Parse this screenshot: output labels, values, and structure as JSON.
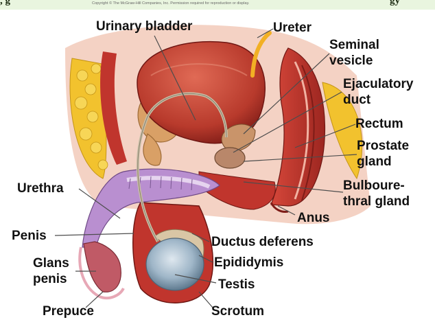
{
  "header": {
    "fragment_left": ", g",
    "fragment_right": "gy",
    "copyright": "Copyright © The McGraw-Hill Companies, Inc. Permission required for reproduction or display."
  },
  "labels": {
    "urinary_bladder": "Urinary bladder",
    "ureter": "Ureter",
    "seminal_vesicle_1": "Seminal",
    "seminal_vesicle_2": "vesicle",
    "ejaculatory_duct_1": "Ejaculatory",
    "ejaculatory_duct_2": "duct",
    "rectum": "Rectum",
    "prostate_gland_1": "Prostate",
    "prostate_gland_2": "gland",
    "bulbourethral_gland_1": "Bulboure-",
    "bulbourethral_gland_2": "thral gland",
    "urethra": "Urethra",
    "anus": "Anus",
    "penis": "Penis",
    "ductus_deferens": "Ductus deferens",
    "epididymis": "Epididymis",
    "glans_penis_1": "Glans",
    "glans_penis_2": "penis",
    "testis": "Testis",
    "prepuce": "Prepuce",
    "scrotum": "Scrotum"
  },
  "colors": {
    "muscle": "#c0352d",
    "muscle_dark": "#8e1f1c",
    "fat": "#f2c22e",
    "spongy": "#cfa8d8",
    "testis": "#9fb6c8",
    "bone": "#d9a066",
    "leader": "#4d4d4d"
  }
}
